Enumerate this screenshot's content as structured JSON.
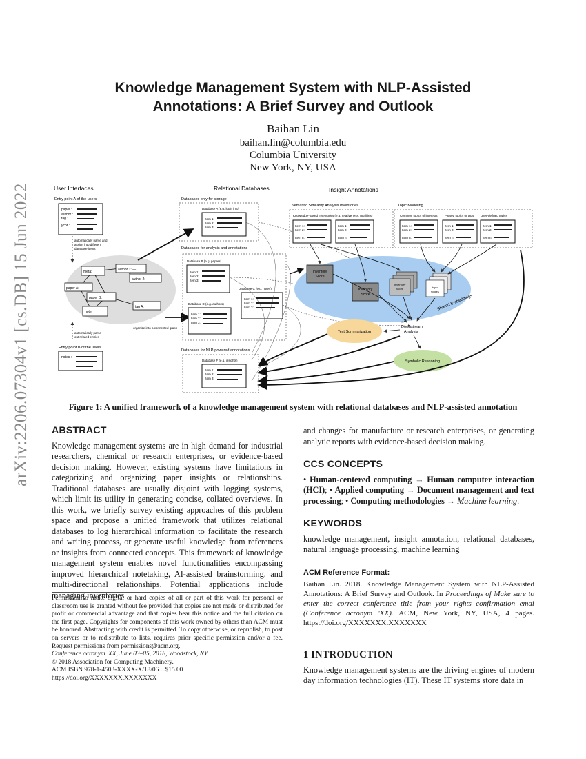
{
  "sidebar": {
    "arxiv_id": "arXiv:2206.07304v1  [cs.DB]  15 Jun 2022"
  },
  "paper": {
    "title_line1": "Knowledge Management System with NLP-Assisted",
    "title_line2": "Annotations: A Brief Survey and Outlook",
    "author": "Baihan Lin",
    "email": "baihan.lin@columbia.edu",
    "affiliation": "Columbia University",
    "location": "New York, NY, USA"
  },
  "figure": {
    "caption": "Figure 1: A unified framework of a knowledge management system with relational databases and NLP-assisted annotation",
    "ui_header": "User Interfaces",
    "rdb_header": "Relational Databases",
    "insight_header": "Insight Annotations",
    "entry_a": "Entry point A of the users",
    "entry_b": "Entry point B of the users",
    "paper_label": "paper :",
    "author_label": "author :",
    "tag_label": "tag :",
    "ycor_label": "ycor :",
    "auto_parse": "automatically parse and",
    "auto_assign": "assign into different",
    "auto_db": "database items",
    "organize": "organize into a connected graph",
    "auto_parse2": "automatically parse",
    "auto_related": "out related entries",
    "notes_label": "notes :",
    "meta": "meta:",
    "author1": "author 1: —",
    "author2": "author 2: —",
    "paperA": "paper A:",
    "paperB": "paper B:",
    "note": "note:",
    "tagA": "tag A:",
    "db_storage": "Databases only for storage",
    "db_a": "Database A (e.g. login info)",
    "db_analysis": "Databases for analysis and annotations",
    "db_b": "Database B (e.g. papers)",
    "db_c": "Database C (e.g. notes)",
    "db_d": "Database D (e.g. authors)",
    "db_nlp": "Databases for NLP-powered annotations",
    "db_f": "Database F (e.g. insights)",
    "item1": "Item 1:",
    "item2": "Item 2:",
    "item3": "Item 3:",
    "itemn": "Item n:",
    "sim_header": "Semantic Similarity Analysis Inventories",
    "kb_inv": "Knowledge-based Inventories (e.g. relativeness, qualities)",
    "topic_header": "Topic Modeling",
    "common_topics": "Common topics of interests",
    "parsed_topics": "Parsed topics or tags",
    "user_topics": "User-defined topics",
    "inventory": "Inventory",
    "score": "Score",
    "topic": "topic",
    "scores": "scores",
    "shared_emb": "Shared Embeddings",
    "downstream": "Downstream",
    "analysis": "Analysis",
    "text_sum": "Text Summarization",
    "symbolic": "Symbolic Reasoning",
    "ellipsis": "..."
  },
  "abstract": {
    "heading": "ABSTRACT",
    "text": "Knowledge management systems are in high demand for industrial researchers, chemical or research enterprises, or evidence-based decision making. However, existing systems have limitations in categorizing and organizing paper insights or relationships. Traditional databases are usually disjoint with logging systems, which limit its utility in generating concise, collated overviews. In this work, we briefly survey existing approaches of this problem space and propose a unified framework that utilizes relational databases to log hierarchical information to facilitate the research and writing process, or generate useful knowledge from references or insights from connected concepts. This framework of knowledge management system enables novel functionalities encompassing improved hierarchical notetaking, AI-assisted brainstorming, and multi-directional relationships. Potential applications include managing inventories"
  },
  "right_col": {
    "continuation": "and changes for manufacture or research enterprises, or generating analytic reports with evidence-based decision making.",
    "ccs_heading": "CCS CONCEPTS",
    "ccs_bullet": "• ",
    "ccs_1a": "Human-centered computing",
    "ccs_arrow": " → ",
    "ccs_1b": "Human computer interaction (HCI)",
    "ccs_sep": "; • ",
    "ccs_2a": "Applied computing",
    "ccs_2b": "Document management and text processing",
    "ccs_3a": "Computing methodologies",
    "ccs_3b": "Machine learning",
    "ccs_end": ".",
    "kw_heading": "KEYWORDS",
    "keywords": "knowledge management, insight annotation, relational databases, natural language processing, machine learning",
    "ref_heading": "ACM Reference Format:",
    "ref_1": "Baihan Lin. 2018. Knowledge Management System with NLP-Assisted Annotations: A Brief Survey and Outlook. In ",
    "ref_2": "Proceedings of Make sure to enter the correct conference title from your rights confirmation emai (Conference acronym 'XX).",
    "ref_3": " ACM, New York, NY, USA, 4 pages. https://doi.org/XXXXXXX.XXXXXXX",
    "intro_heading": "1   INTRODUCTION",
    "intro_text": "Knowledge management systems are the driving engines of modern day information technologies (IT). These IT systems store data in"
  },
  "footnote": {
    "permission": "Permission to make digital or hard copies of all or part of this work for personal or classroom use is granted without fee provided that copies are not made or distributed for profit or commercial advantage and that copies bear this notice and the full citation on the first page. Copyrights for components of this work owned by others than ACM must be honored. Abstracting with credit is permitted. To copy otherwise, or republish, to post on servers or to redistribute to lists, requires prior specific permission and/or a fee. Request permissions from permissions@acm.org.",
    "conference": "Conference acronym 'XX, June 03–05, 2018, Woodstock, NY",
    "copyright": "© 2018 Association for Computing Machinery.",
    "isbn": "ACM ISBN 978-1-4503-XXXX-X/18/06…$15.00",
    "doi": "https://doi.org/XXXXXXX.XXXXXXX"
  }
}
